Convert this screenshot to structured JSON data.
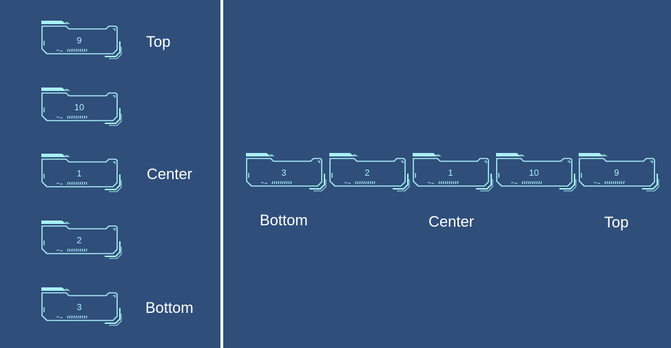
{
  "vertical_list": {
    "items": [
      {
        "number": "9"
      },
      {
        "number": "10"
      },
      {
        "number": "1"
      },
      {
        "number": "2"
      },
      {
        "number": "3"
      }
    ],
    "labels": {
      "top": "Top",
      "center": "Center",
      "bottom": "Bottom"
    }
  },
  "horizontal_list": {
    "items": [
      {
        "number": "3"
      },
      {
        "number": "2"
      },
      {
        "number": "1"
      },
      {
        "number": "10"
      },
      {
        "number": "9"
      }
    ],
    "labels": {
      "bottom": "Bottom",
      "center": "Center",
      "top": "Top"
    }
  },
  "colors": {
    "background": "#2f4e7a",
    "tile_stroke": "#a8f0f4",
    "divider": "#ffffff",
    "label": "#ffffff"
  }
}
